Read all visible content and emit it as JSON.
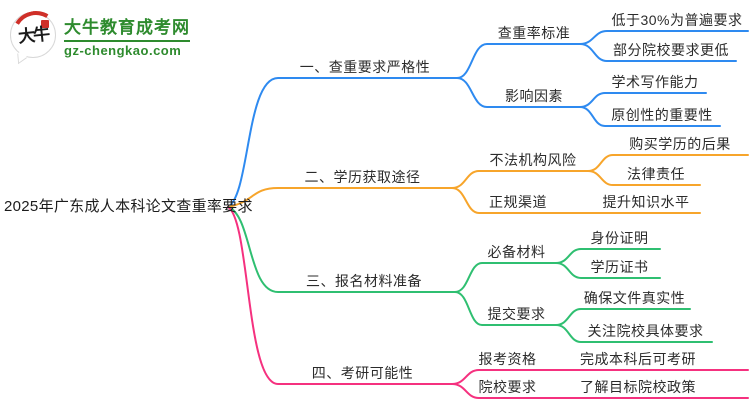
{
  "logo": {
    "badge_text": "大牛",
    "site_name": "大牛教育成考网",
    "site_domain": "gz-chengkao.com",
    "brand_green": "#2e8b2e",
    "brand_red": "#cf2f28"
  },
  "mindmap": {
    "colors": {
      "b1": "#2e8af0",
      "b2": "#f7a52b",
      "b3": "#2fbf71",
      "b4": "#f5317f"
    },
    "root": {
      "label": "2025年广东成人本科论文查重率要求"
    },
    "branches": [
      {
        "label": "一、查重要求严格性",
        "children": [
          {
            "label": "查重率标准",
            "children": [
              {
                "label": "低于30%为普遍要求"
              },
              {
                "label": "部分院校要求更低"
              }
            ]
          },
          {
            "label": "影响因素",
            "children": [
              {
                "label": "学术写作能力"
              },
              {
                "label": "原创性的重要性"
              }
            ]
          }
        ]
      },
      {
        "label": "二、学历获取途径",
        "children": [
          {
            "label": "不法机构风险",
            "children": [
              {
                "label": "购买学历的后果"
              },
              {
                "label": "法律责任"
              }
            ]
          },
          {
            "label": "正规渠道",
            "children": [
              {
                "label": "提升知识水平"
              }
            ]
          }
        ]
      },
      {
        "label": "三、报名材料准备",
        "children": [
          {
            "label": "必备材料",
            "children": [
              {
                "label": "身份证明"
              },
              {
                "label": "学历证书"
              }
            ]
          },
          {
            "label": "提交要求",
            "children": [
              {
                "label": "确保文件真实性"
              },
              {
                "label": "关注院校具体要求"
              }
            ]
          }
        ]
      },
      {
        "label": "四、考研可能性",
        "children": [
          {
            "label": "报考资格",
            "children": [
              {
                "label": "完成本科后可考研"
              }
            ]
          },
          {
            "label": "院校要求",
            "children": [
              {
                "label": "了解目标院校政策"
              }
            ]
          }
        ]
      }
    ]
  }
}
